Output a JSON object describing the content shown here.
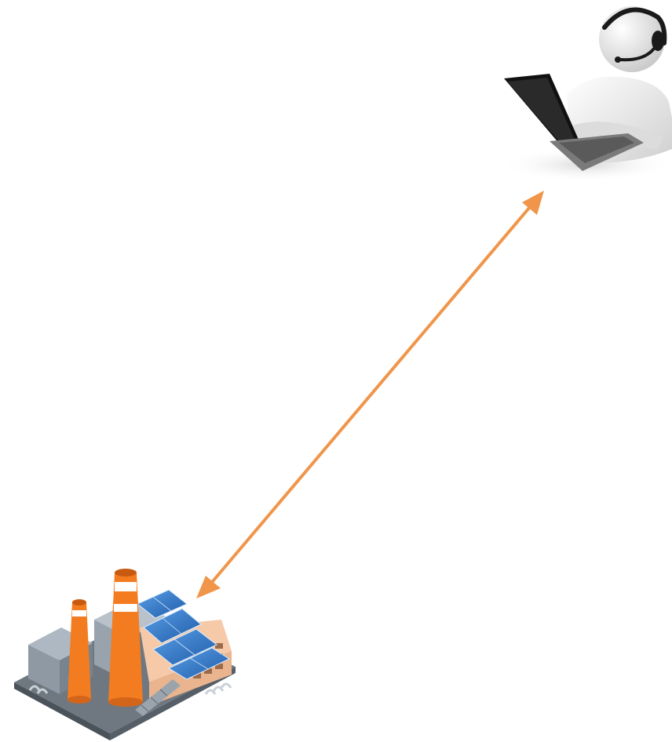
{
  "diagram": {
    "nodes": [
      {
        "id": "operator",
        "icon": "operator-with-headset-laptop-icon"
      },
      {
        "id": "factory",
        "icon": "solar-factory-icon"
      }
    ],
    "edges": [
      {
        "from": "factory",
        "to": "operator",
        "direction": "bidirectional",
        "color": "#f0954a"
      }
    ]
  },
  "colors": {
    "arrow": "#f0954a",
    "smokestack": "#f47c20",
    "solar_panel": "#2f6fc4",
    "factory_wall": "#f6c9a8",
    "ground": "#6f7880",
    "figure": "#e9e9e9",
    "laptop": "#1a1a1a"
  }
}
